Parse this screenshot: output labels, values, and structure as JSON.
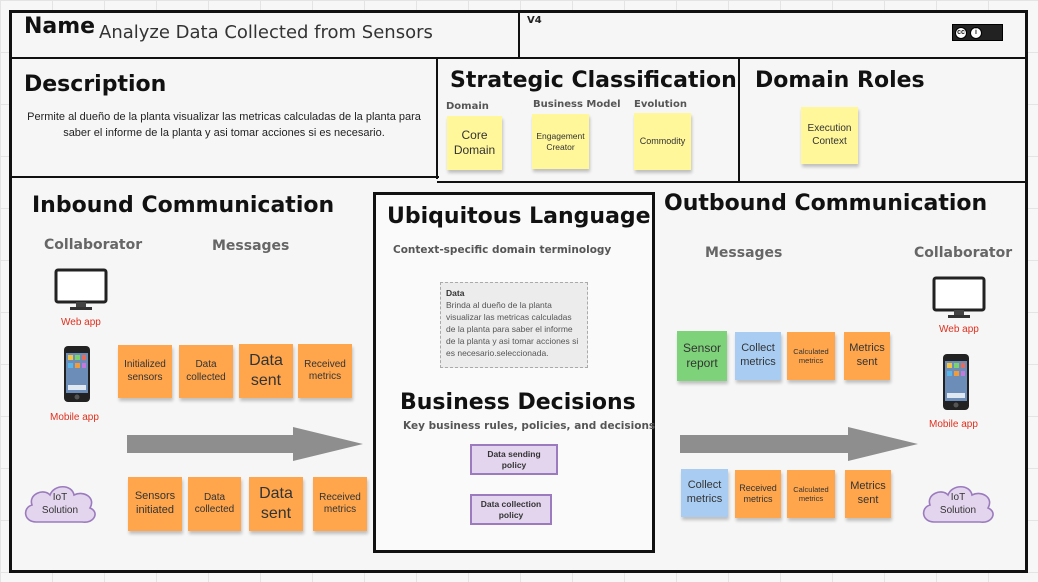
{
  "header": {
    "name_label": "Name",
    "name_value": "Analyze Data Collected from Sensors",
    "version": "V4"
  },
  "description": {
    "title": "Description",
    "text": "Permite al dueño de la planta visualizar las metricas calculadas de la planta para saber el informe de la planta y asi tomar acciones si es necesario."
  },
  "strategic": {
    "title": "Strategic Classification",
    "domain_label": "Domain",
    "business_model_label": "Business Model",
    "evolution_label": "Evolution",
    "domain_value": "Core Domain",
    "business_model_value": "Engagement Creator",
    "evolution_value": "Commodity"
  },
  "domain_roles": {
    "title": "Domain Roles",
    "value": "Execution Context"
  },
  "inbound": {
    "title": "Inbound Communication",
    "collaborator_label": "Collaborator",
    "messages_label": "Messages",
    "collaborators": [
      "Web app",
      "Mobile app",
      "IoT Solution"
    ],
    "messages_row1": [
      "Initialized sensors",
      "Data collected",
      "Data sent",
      "Received metrics"
    ],
    "messages_row2": [
      "Sensors initiated",
      "Data collected",
      "Data sent",
      "Received metrics"
    ]
  },
  "ubiquitous": {
    "title": "Ubiquitous Language",
    "subtitle": "Context-specific domain terminology",
    "term_title": "Data",
    "term_text": "Brinda al dueño de la planta visualizar las metricas calculadas de la planta para saber el informe de la planta y asi tomar acciones si es necesario.seleccionada."
  },
  "business_decisions": {
    "title": "Business Decisions",
    "subtitle": "Key business rules, policies, and decisions",
    "policies": [
      "Data sending policy",
      "Data collection policy"
    ]
  },
  "outbound": {
    "title": "Outbound Communication",
    "messages_label": "Messages",
    "collaborator_label": "Collaborator",
    "collaborators": [
      "Web app",
      "Mobile app",
      "IoT Solution"
    ],
    "messages_row1": [
      "Sensor report",
      "Collect metrics",
      "Calculated metrics",
      "Metrics sent"
    ],
    "messages_row2": [
      "Collect metrics",
      "Received metrics",
      "Calculated metrics",
      "Metrics sent"
    ]
  },
  "colors": {
    "yellow": "#fff79a",
    "orange": "#ffa64d",
    "green": "#7ed37a",
    "blue": "#a9cdf2",
    "purple": "#e3d5ee",
    "red_label": "#e0301e"
  },
  "icons": [
    "monitor-icon",
    "smartphone-icon",
    "cloud-icon",
    "arrow-right-icon",
    "cc-by-license-icon"
  ]
}
